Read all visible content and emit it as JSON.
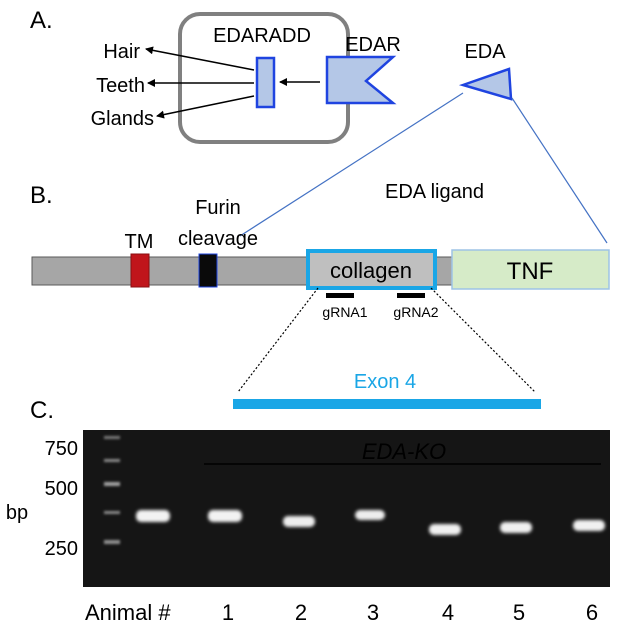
{
  "panel_a": {
    "label": "A.",
    "outputs": [
      "Hair",
      "Teeth",
      "Glands"
    ],
    "edaradd_label": "EDARADD",
    "edar_label": "EDAR",
    "eda_label": "EDA"
  },
  "panel_b": {
    "label": "B.",
    "eda_ligand_label": "EDA ligand",
    "furin_line1": "Furin",
    "furin_line2": "cleavage",
    "tm_label": "TM",
    "collagen_label": "collagen",
    "tnf_label": "TNF",
    "grna1_label": "gRNA1",
    "grna2_label": "gRNA2",
    "exon_label": "Exon 4"
  },
  "panel_c": {
    "label": "C.",
    "ladder_labels": [
      "750",
      "500",
      "250"
    ],
    "bp_label": "bp",
    "group_label": "EDA-KO",
    "animal_label": "Animal #",
    "animals": [
      "1",
      "2",
      "3",
      "4",
      "5",
      "6"
    ]
  },
  "colors": {
    "blue_fill": "#b4c7e7",
    "blue_stroke": "#1f44e0",
    "exon_blue": "#1aa6e6",
    "tm_red": "#c0151b",
    "tnf_green": "#d6ebc8",
    "protein_gray": "#a6a6a6"
  }
}
